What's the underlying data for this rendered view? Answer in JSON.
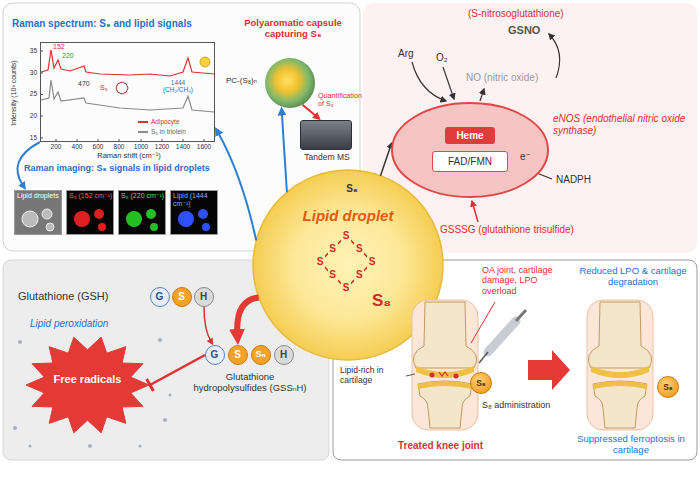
{
  "diagram": {
    "nodes": [
      {
        "text": [
          "Raman spectrum: S₈ and lipid signals",
          "Raman imaging: S₈ signals in lipid droplets"
        ]
      },
      {
        "text": [
          "Intensity (10³ counts)",
          "Raman shift (cm⁻¹)"
        ],
        "in": 0
      },
      {
        "text": [
          "Polyaromatic capsule capturing S₈",
          "PC-(S₈)ₙ"
        ],
        "in": 0
      },
      {
        "text": [
          "Tandem MS"
        ],
        "in": 0
      },
      {
        "text": [
          "Lipid droplets"
        ],
        "in": 0
      },
      {
        "text": [
          "S₈ (152 cm⁻¹)"
        ],
        "in": 0
      },
      {
        "text": [
          "S₈ (220 cm⁻¹)"
        ],
        "in": 0
      },
      {
        "text": [
          "Lipid (1444 cm⁻¹)"
        ],
        "in": 0
      },
      {
        "text": [
          "S₈",
          "Lipid droplet",
          "S₈"
        ]
      },
      {
        "text": [
          "eNOS (endothelial nitric oxide synthase)"
        ]
      },
      {
        "text": [
          "Heme",
          "FAD/FMN"
        ],
        "in": 9
      },
      {
        "text": [
          "Glutathione (GSH)",
          "Lipid peroxidation",
          "Glutathione hydropolysulfides (GSSₙH)"
        ]
      },
      {
        "text": [
          "G"
        ],
        "in": 11
      },
      {
        "text": [
          "S"
        ],
        "in": 11
      },
      {
        "text": [
          "H"
        ],
        "in": 11
      },
      {
        "text": [
          "Free radicals"
        ],
        "in": 11
      },
      {
        "text": [
          "G"
        ],
        "in": 11
      },
      {
        "text": [
          "S"
        ],
        "in": 11
      },
      {
        "text": [
          "Sₙ"
        ],
        "in": 11
      },
      {
        "text": [
          "H"
        ],
        "in": 11
      },
      {
        "text": [
          "OA joint, cartilage damage, LPO overload",
          "Lipid-rich in cartilage",
          "S₈ administration",
          "Treated knee joint",
          "Reduced LPO & cartilage degradation",
          "Suppressed ferroptosis in cartilage"
        ]
      },
      {
        "text": [
          "S₈"
        ],
        "in": 20
      },
      {
        "text": [
          "S₈"
        ],
        "in": 20
      }
    ],
    "edges": [
      {
        "from": 8,
        "to": 1,
        "arrow": "to"
      },
      {
        "from": 8,
        "to": 2,
        "arrow": "to"
      },
      {
        "from": 2,
        "to": 3,
        "arrow": "to"
      },
      {
        "from": 1,
        "to": 4,
        "arrow": "to"
      },
      {
        "from": 8,
        "to": 9,
        "arrow": "to"
      },
      {
        "from": 8,
        "to": 17,
        "arrow": "to"
      },
      {
        "from": 14,
        "to": 16,
        "arrow": "to"
      },
      {
        "from": 16,
        "to": 15,
        "arrow": "none"
      }
    ],
    "labels": [
      "152",
      "220",
      "470",
      "1444 (CH₂/CH₃)",
      "S₈",
      "35",
      "30",
      "25",
      "20",
      "15",
      "200",
      "400",
      "600",
      "800",
      "1000",
      "1200",
      "1400",
      "1600",
      "Quantification of S₈",
      "(S-nitrosoglutathione)",
      "GSNO",
      "Arg",
      "O₂",
      "NO (nitric oxide)",
      "e⁻",
      "NADPH",
      "GSSSG (glutathione trisulfide)",
      "S",
      "S",
      "S",
      "S",
      "S",
      "S",
      "S",
      "S"
    ],
    "legend": [
      {
        "text": "Adipocyte"
      },
      {
        "text": "S₈ in triolein"
      }
    ]
  }
}
